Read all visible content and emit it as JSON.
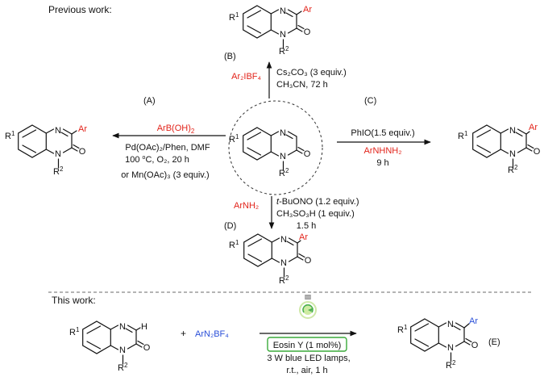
{
  "header": {
    "previous_work": "Previous work:",
    "this_work": "This work:"
  },
  "colors": {
    "accent_red": "#e2231a",
    "accent_blue": "#2a4fd8",
    "eosin_box": "#3aaa3a"
  },
  "atoms": {
    "N": "N",
    "O": "O",
    "H": "H",
    "Ar": "Ar",
    "R": "R",
    "sup1": "1",
    "sup2": "2"
  },
  "routes": {
    "A": {
      "tag": "(A)",
      "reagent_prefix": "ArB(OH)",
      "reagent_sub": "2",
      "line1": "Pd(OAc)₂/Phen, DMF",
      "line2_pre": "100 ",
      "line2_deg": "o",
      "line2_post": "C, O₂, 20 h",
      "line3": "or Mn(OAc)₃ (3 equiv.)"
    },
    "B": {
      "tag": "(B)",
      "reagent": "Ar₂IBF₄",
      "line1": "Cs₂CO₃ (3 equiv.)",
      "line2": "CH₃CN, 72 h"
    },
    "C": {
      "tag": "(C)",
      "line1": "PhIO(1.5 equiv.)",
      "reagent": "ArNHNH₂",
      "line2": "9 h"
    },
    "D": {
      "tag": "(D)",
      "reagent": "ArNH₂",
      "line1_italic": "t",
      "line1_rest": "-BuONO (1.2 equiv.)",
      "line2": "CH₃SO₃H (1 equiv.)",
      "line3": "1.5 h"
    },
    "E": {
      "tag": "(E)",
      "reagent_plus": "+",
      "reagent": "ArN₂BF₄",
      "catalyst": "Eosin Y (1 mol%)",
      "line1": "3 W blue LED lamps,",
      "line2": "r.t., air, 1 h"
    }
  }
}
